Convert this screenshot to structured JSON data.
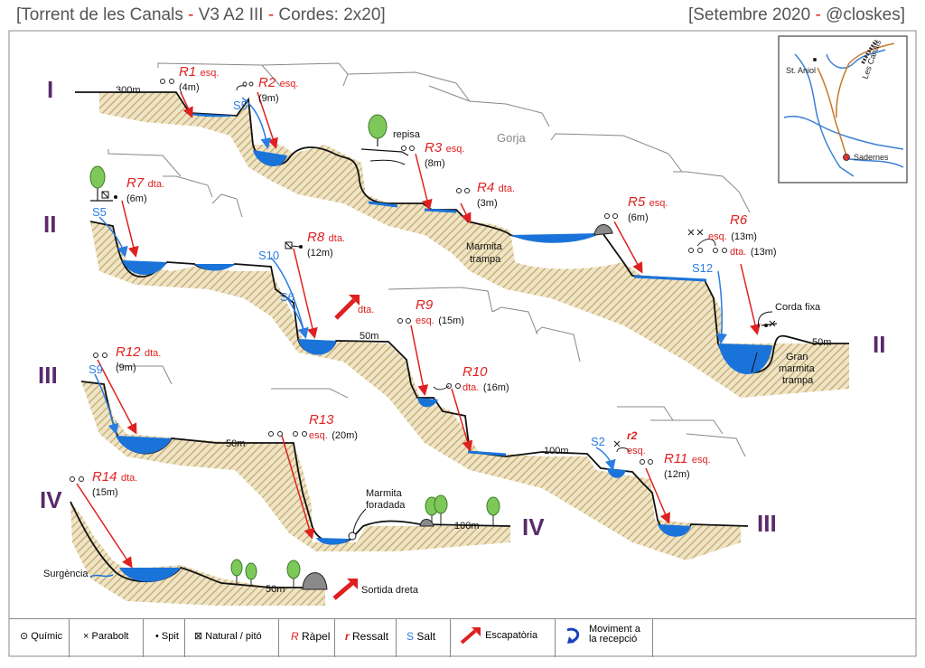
{
  "header": {
    "title_parts": [
      "[Torrent de les Canals ",
      "- ",
      "V3 A2 III ",
      "- ",
      "Cordes: 2x20]"
    ],
    "date_parts": [
      "[Setembre 2020 ",
      "- ",
      "@closkes]"
    ]
  },
  "map": {
    "labels": {
      "st_aniol": "St. Aniol",
      "les_canals": "Les Canals",
      "sadernes": "Sadernes"
    }
  },
  "sections": {
    "I": "I",
    "II": "II",
    "III": "III",
    "IV": "IV"
  },
  "labels": {
    "d300": "300m",
    "gorja": "Gorja",
    "repisa": "repisa",
    "marmita_trampa_1": "Marmita",
    "marmita_trampa_2": "trampa",
    "corda_fixa": "Corda fixa",
    "gran_1": "Gran",
    "gran_2": "marmita",
    "gran_3": "trampa",
    "d50_a": "50m",
    "d50_b": "50m",
    "d50_c": "50m",
    "d50_d": "50m",
    "d100_a": "100m",
    "d100_b": "100m",
    "marmita_foradada_1": "Marmita",
    "marmita_foradada_2": "foradada",
    "surgencia": "Surgència",
    "sortida": "Sortida dreta",
    "dta_arrow": "dta."
  },
  "rappels": {
    "R1": {
      "name": "R1",
      "side": "esq.",
      "len": "(4m)"
    },
    "R2": {
      "name": "R2",
      "side": "esq.",
      "len": "(9m)"
    },
    "R3": {
      "name": "R3",
      "side": "esq.",
      "len": "(8m)"
    },
    "R4": {
      "name": "R4",
      "side": "dta.",
      "len": "(3m)"
    },
    "R5": {
      "name": "R5",
      "side": "esq.",
      "len": "(6m)"
    },
    "R6": {
      "name": "R6",
      "side1": "esq.",
      "len1": "(13m)",
      "side2": "dta.",
      "len2": "(13m)"
    },
    "R7": {
      "name": "R7",
      "side": "dta.",
      "len": "(6m)"
    },
    "R8": {
      "name": "R8",
      "side": "dta.",
      "len": "(12m)"
    },
    "R9": {
      "name": "R9",
      "side": "esq.",
      "len": "(15m)"
    },
    "R10": {
      "name": "R10",
      "side": "dta.",
      "len": "(16m)"
    },
    "R11": {
      "name": "R11",
      "side": "esq.",
      "len": "(12m)"
    },
    "R12": {
      "name": "R12",
      "side": "dta.",
      "len": "(9m)"
    },
    "R13": {
      "name": "R13",
      "side": "esq.",
      "len": "(20m)"
    },
    "R14": {
      "name": "R14",
      "side": "dta.",
      "len": "(15m)"
    },
    "r2": {
      "name": "r2",
      "side": "esq."
    }
  },
  "jumps": {
    "S2": "S2",
    "S5a": "S5",
    "S5b": "S5",
    "S6": "S6",
    "S9": "S9",
    "S10": "S10",
    "S12": "S12"
  },
  "legend": {
    "quimic": "Químic",
    "parabolt": "Parabolt",
    "spit": "Spit",
    "natural": "Natural / pitó",
    "R": "R",
    "rapel": "Ràpel",
    "r": "r",
    "ressalt": "Ressalt",
    "S": "S",
    "salt": "Salt",
    "escapatoria": "Escapatòria",
    "moviment_1": "Moviment a",
    "moviment_2": "la recepció"
  },
  "colors": {
    "water": "#1a73d9",
    "ground": "#c9b27a",
    "rappel": "#e02020",
    "jump": "#2a7de1",
    "section": "#5a2a6a"
  }
}
